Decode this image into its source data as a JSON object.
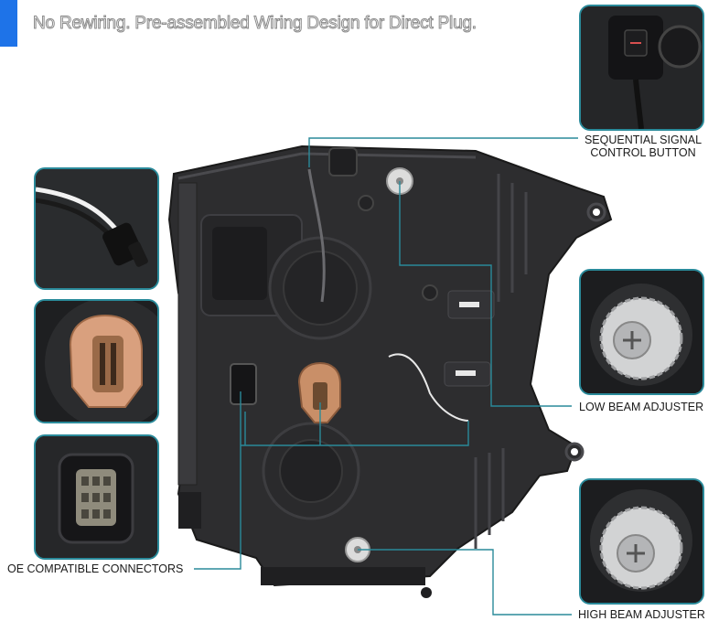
{
  "banner": {
    "text": "No Rewiring. Pre-assembled Wiring Design for Direct Plug."
  },
  "callouts": {
    "sequential": {
      "line1": "SEQUENTIAL SIGNAL",
      "line2": "CONTROL BUTTON"
    },
    "low_beam": {
      "label": "LOW BEAM ADJUSTER"
    },
    "high_beam": {
      "label": "HIGH BEAM ADJUSTER"
    },
    "connectors": {
      "label": "OE COMPATIBLE CONNECTORS"
    }
  },
  "colors": {
    "accent_blue": "#1e73e8",
    "callout_line": "#2a8a9a",
    "housing": "#2b2b2b",
    "connector_tan": "#d9a07e"
  }
}
